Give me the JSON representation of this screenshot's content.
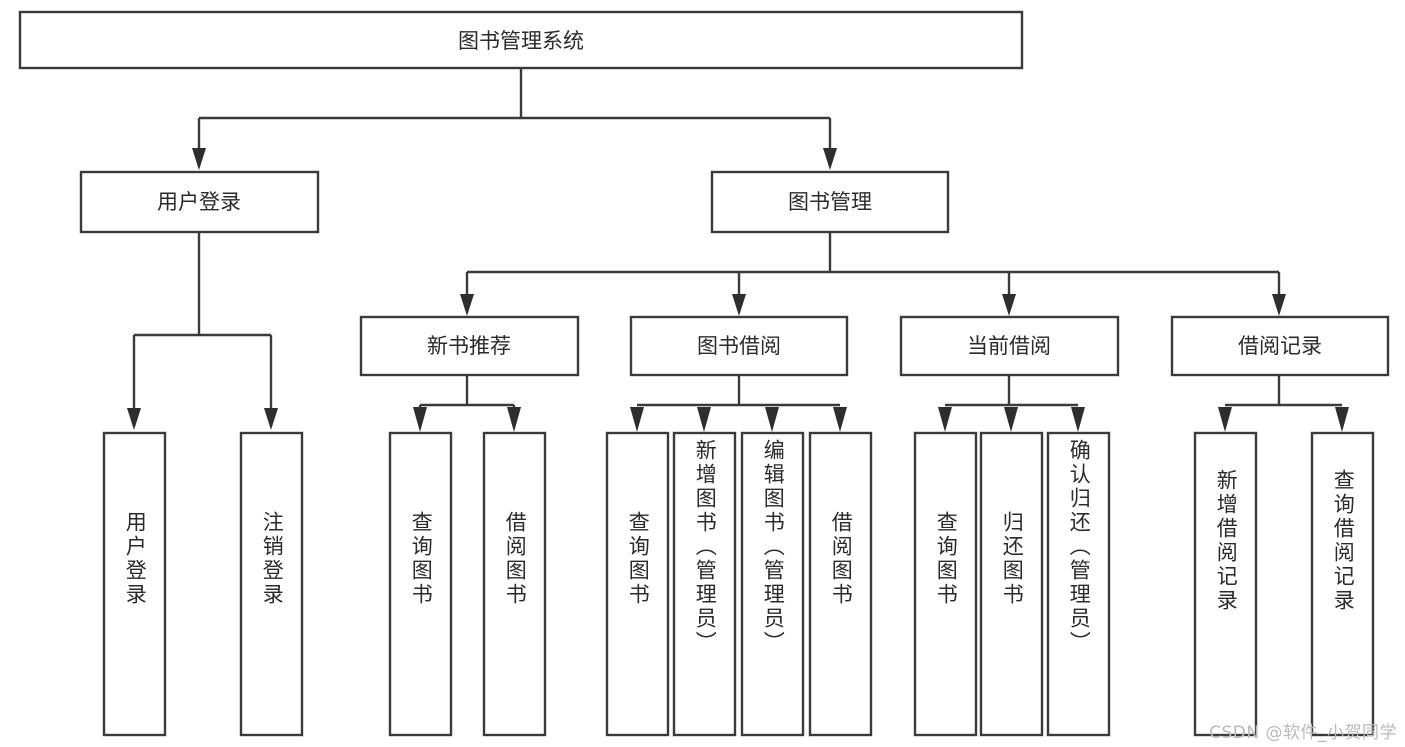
{
  "diagram": {
    "title": "图书管理系统",
    "type": "hierarchy-tree",
    "root": {
      "label": "图书管理系统"
    },
    "level1": [
      {
        "label": "用户登录"
      },
      {
        "label": "图书管理"
      }
    ],
    "level2": [
      {
        "label": "新书推荐"
      },
      {
        "label": "图书借阅"
      },
      {
        "label": "当前借阅"
      },
      {
        "label": "借阅记录"
      }
    ],
    "leaves": {
      "user_login": [
        {
          "label": "用户登录"
        },
        {
          "label": "注销登录"
        }
      ],
      "new_book_recommend": [
        {
          "label": "查询图书"
        },
        {
          "label": "借阅图书"
        }
      ],
      "book_borrow": [
        {
          "label": "查询图书"
        },
        {
          "label": "新增图书（管理员）"
        },
        {
          "label": "编辑图书（管理员）"
        },
        {
          "label": "借阅图书"
        }
      ],
      "current_borrow": [
        {
          "label": "查询图书"
        },
        {
          "label": "归还图书"
        },
        {
          "label": "确认归还（管理员）"
        }
      ],
      "borrow_records": [
        {
          "label": "新增借阅记录"
        },
        {
          "label": "查询借阅记录"
        }
      ]
    }
  },
  "watermark": {
    "text": "CSDN @软件_小贺同学"
  },
  "colors": {
    "stroke": "#3a3a3a",
    "text": "#2b2b2b",
    "background": "#ffffff",
    "watermark": "#b9b9b9"
  }
}
